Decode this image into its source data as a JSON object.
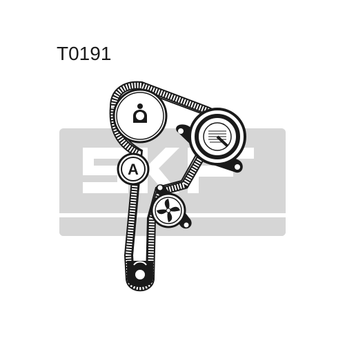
{
  "header": {
    "part_code": "T0191"
  },
  "watermark": {
    "brand": "SKF"
  },
  "diagram": {
    "tensioner_marker": "A",
    "colors": {
      "ink": "#1a1a1a",
      "watermark": "#d6d6d6",
      "belt_fill": "#ffffff"
    },
    "icons": [
      "crank-pulley-icon",
      "camshaft-gear-icon",
      "idler-pulley-icon",
      "tensioner-pulley-icon",
      "water-pump-icon",
      "skf-logo-watermark"
    ]
  }
}
